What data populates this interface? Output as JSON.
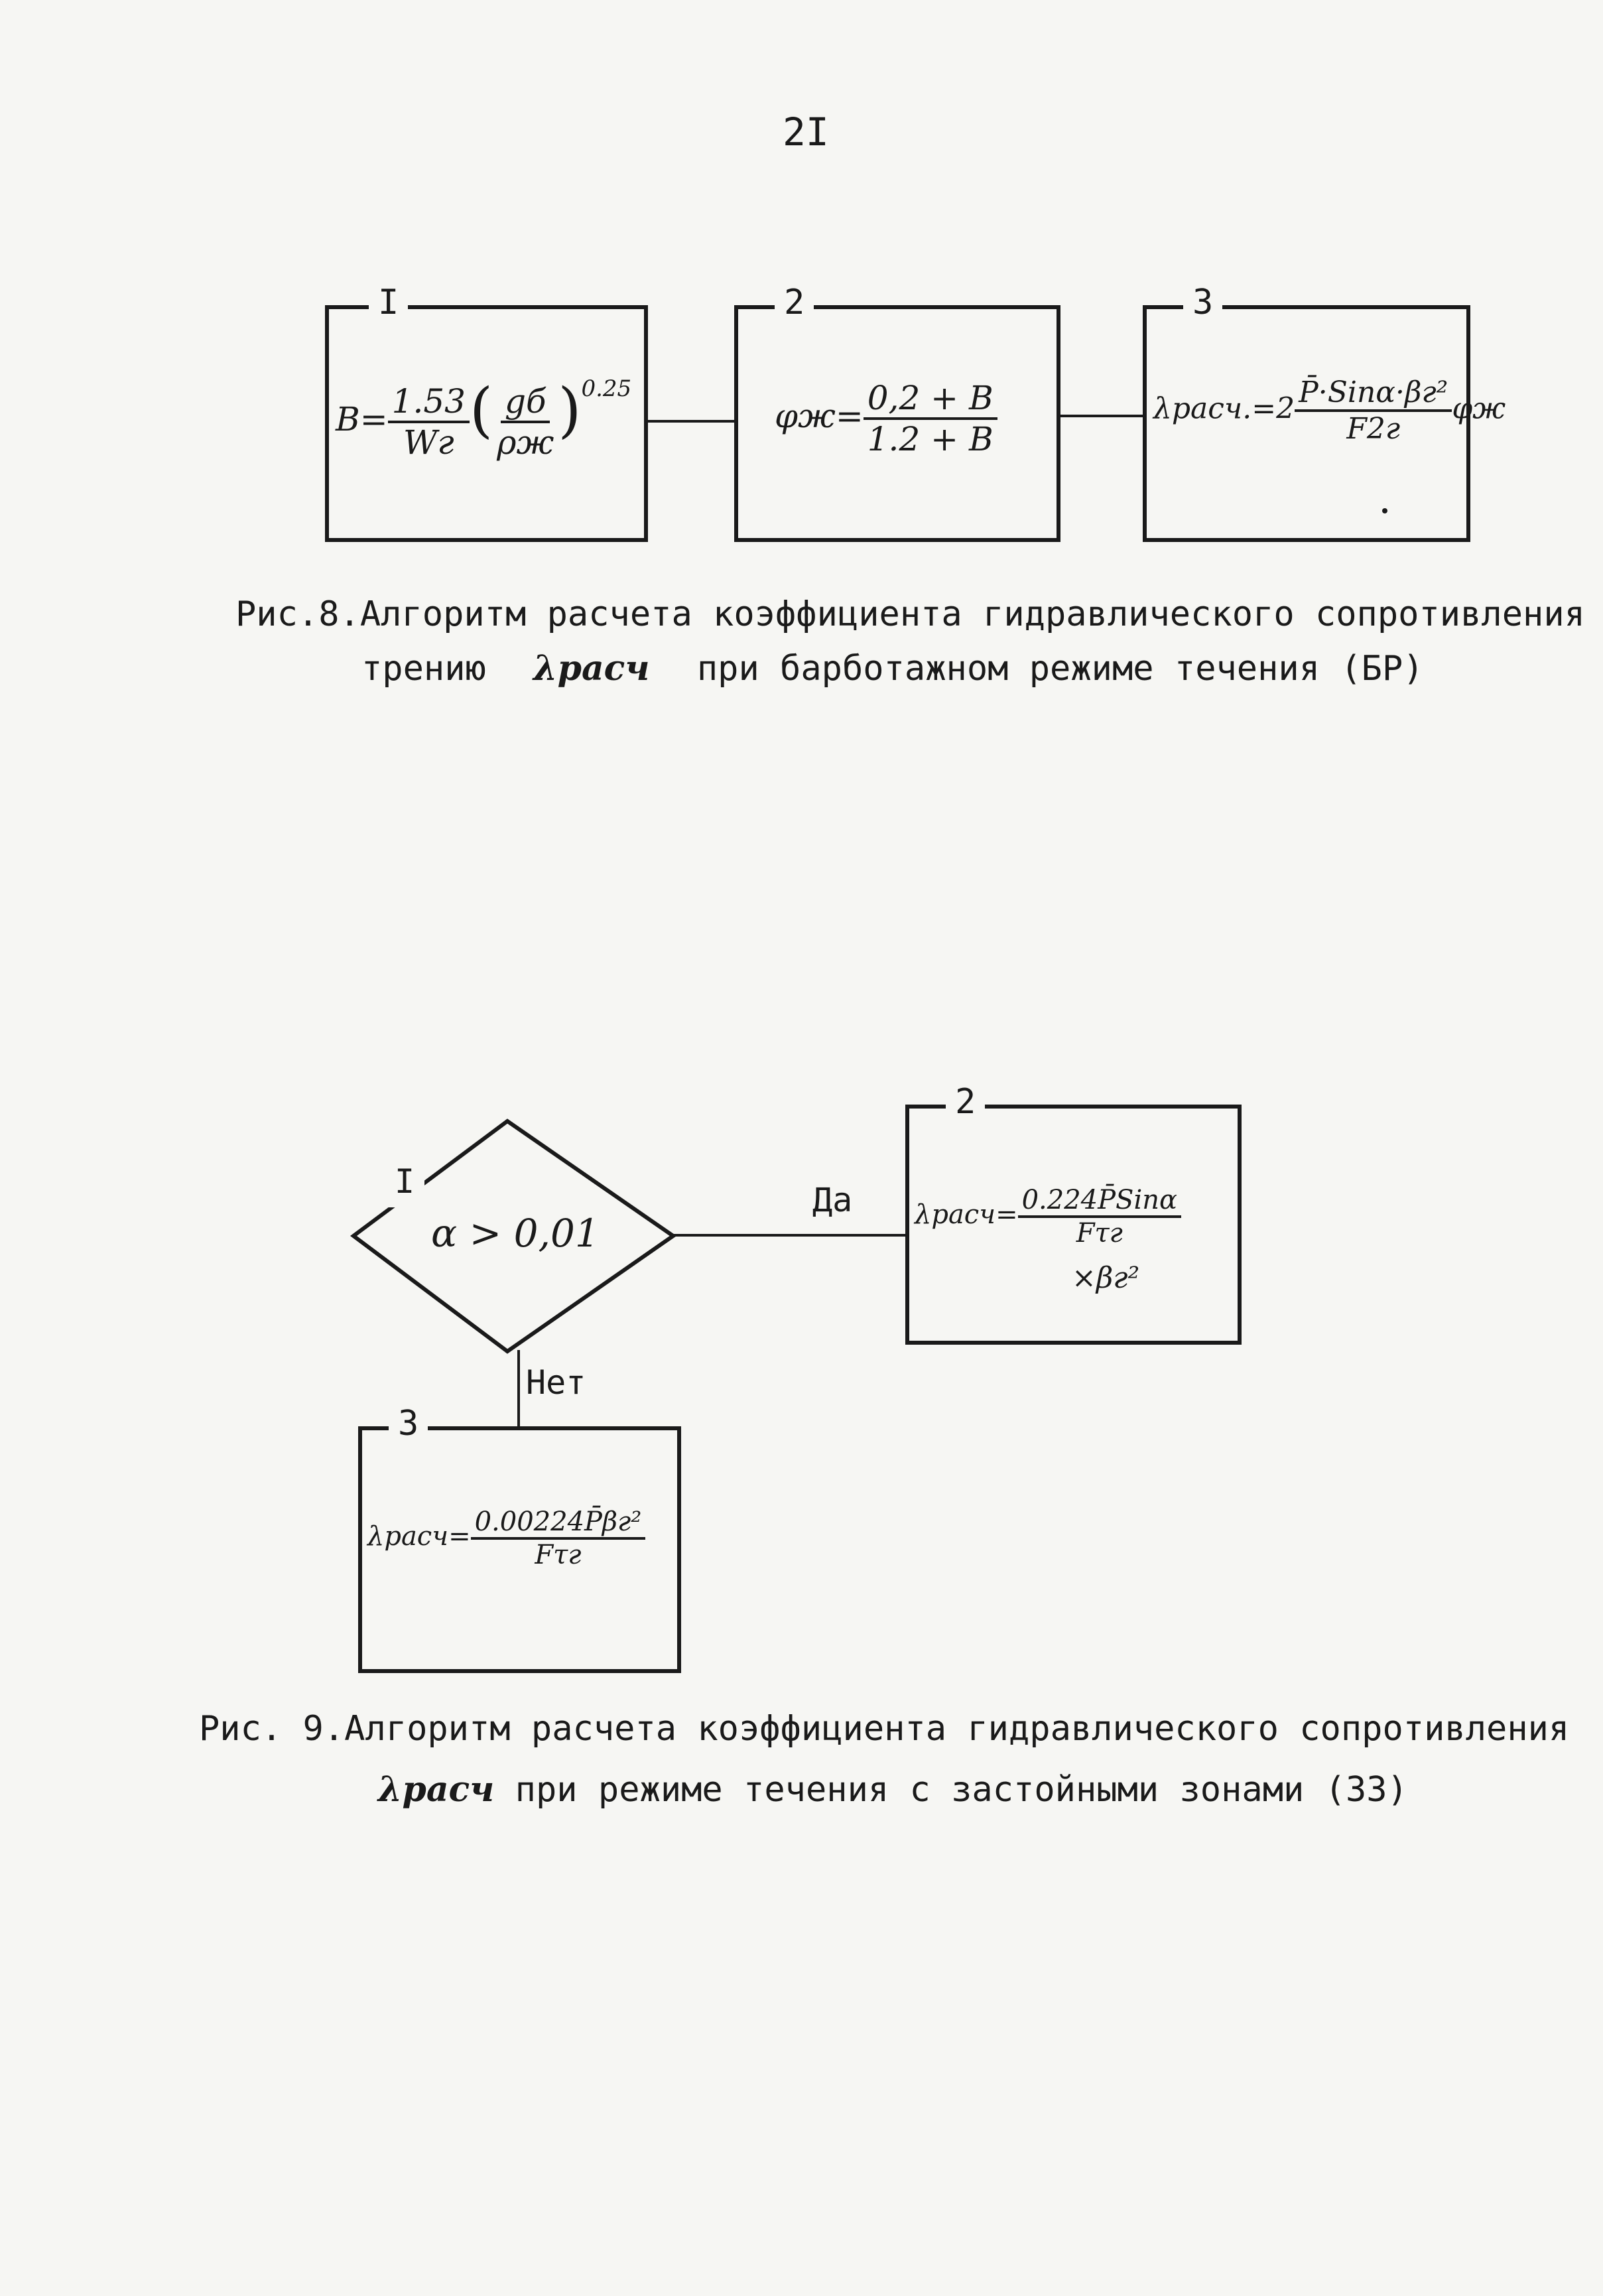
{
  "page_number": "2I",
  "fig8": {
    "box1": {
      "num": "I",
      "formula_lhs": "B=",
      "frac_num": "1.53",
      "frac_den": "Wг",
      "paren_num": "gб",
      "paren_den": "ρж",
      "exponent": "0.25"
    },
    "box2": {
      "num": "2",
      "formula_lhs": "φж=",
      "frac_num": "0,2 + B",
      "frac_den": "1.2 + B"
    },
    "box3": {
      "num": "3",
      "formula_lhs": "λрасч.=2",
      "frac_num": "P̄·Sinα·βг²",
      "frac_den": "F2г",
      "suffix": "φж"
    },
    "caption_line1": "Рис.8.Алгоритм расчета коэффициента гидравлического сопротивления",
    "caption_line2_pre": "трению",
    "caption_lambda": "λрасч",
    "caption_line2_post": "при барботажном режиме течения (БР)"
  },
  "fig9": {
    "decision": {
      "num": "I",
      "condition": "α > 0,01"
    },
    "yes_label": "Да",
    "no_label": "Нет",
    "box2": {
      "num": "2",
      "formula_lhs": "λрасч=",
      "frac_num": "0.224P̄Sinα",
      "frac_den": "Fτг",
      "extra": "×βг²"
    },
    "box3": {
      "num": "3",
      "formula_lhs": "λрасч=",
      "frac_num": "0.00224P̄βг²",
      "frac_den": "Fτг"
    },
    "caption_line1": "Рис. 9.Алгоритм расчета коэффициента гидравлического сопротивления",
    "caption_lambda": "λрасч",
    "caption_line2_post": "при режиме течения с застойными зонами (ЗЗ)"
  }
}
